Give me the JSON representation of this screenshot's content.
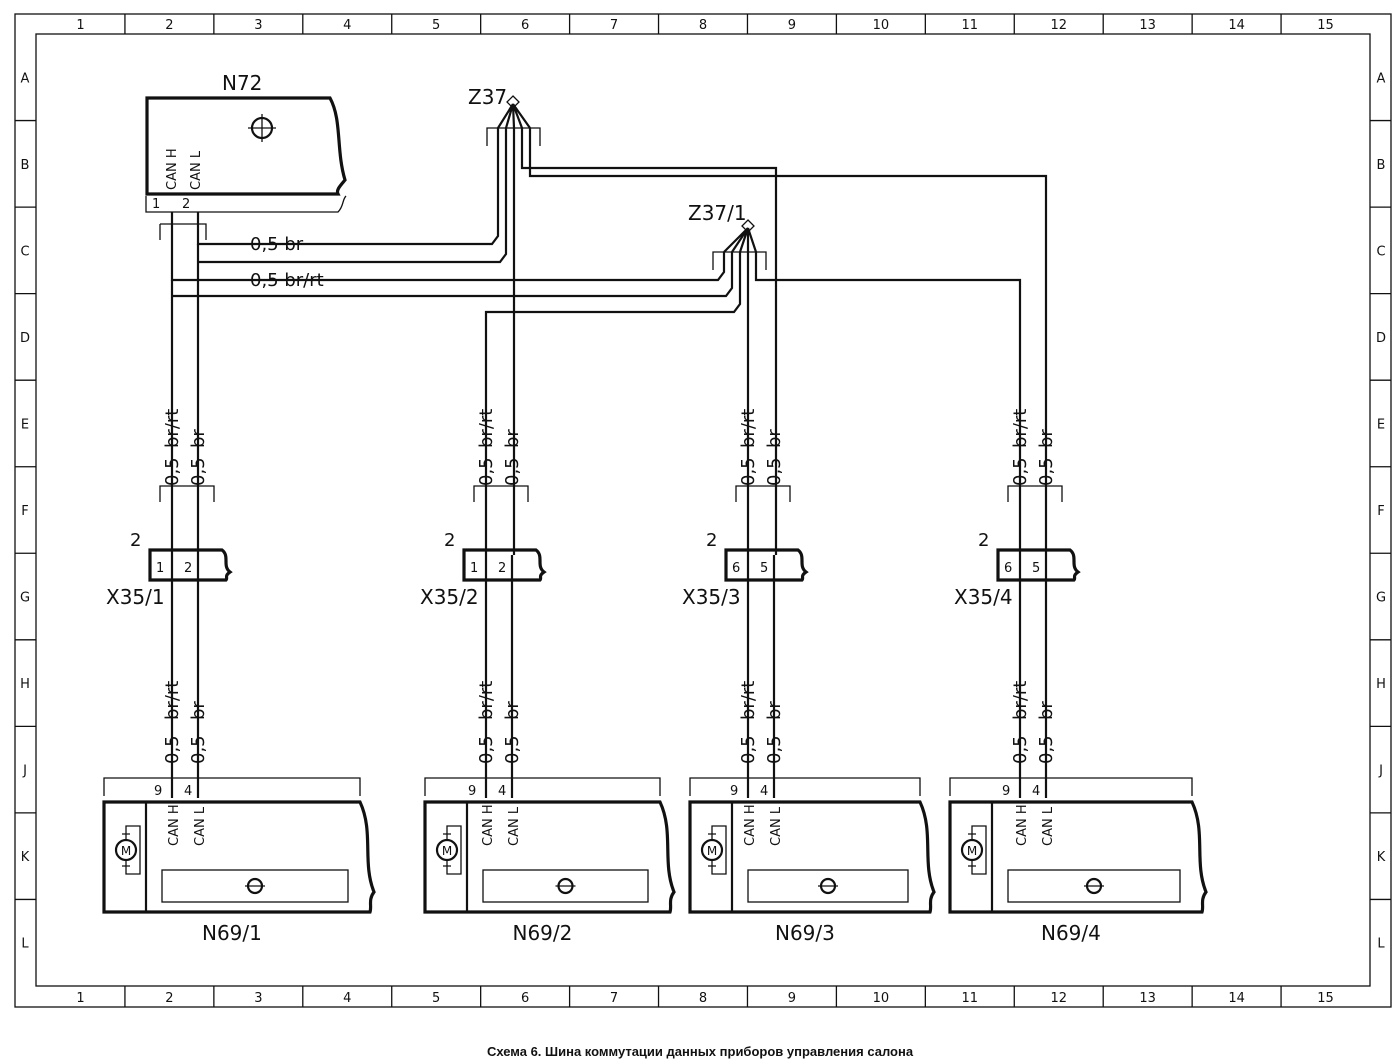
{
  "grid": {
    "columns": [
      "1",
      "2",
      "3",
      "4",
      "5",
      "6",
      "7",
      "8",
      "9",
      "10",
      "11",
      "12",
      "13",
      "14",
      "15"
    ],
    "rows": [
      "A",
      "B",
      "C",
      "D",
      "E",
      "F",
      "G",
      "H",
      "J",
      "K",
      "L"
    ]
  },
  "labels": {
    "n72": "N72",
    "z37": "Z37",
    "z37_1": "Z37/1",
    "can_h": "CAN H",
    "can_l": "CAN L",
    "br": "br",
    "br_rt": "br/rt",
    "size": "0,5",
    "wire_top": "0,5  br",
    "wire_mid": "0,5  br/rt",
    "conn_num": "2"
  },
  "n72_pins": [
    "1",
    "2"
  ],
  "connectors": [
    {
      "name": "X35/1",
      "pins": [
        "1",
        "2"
      ]
    },
    {
      "name": "X35/2",
      "pins": [
        "1",
        "2"
      ]
    },
    {
      "name": "X35/3",
      "pins": [
        "6",
        "5"
      ]
    },
    {
      "name": "X35/4",
      "pins": [
        "6",
        "5"
      ]
    }
  ],
  "modules": [
    {
      "name": "N69/1",
      "pins": [
        "9",
        "4"
      ],
      "motor": "M"
    },
    {
      "name": "N69/2",
      "pins": [
        "9",
        "4"
      ],
      "motor": "M"
    },
    {
      "name": "N69/3",
      "pins": [
        "9",
        "4"
      ],
      "motor": "M"
    },
    {
      "name": "N69/4",
      "pins": [
        "9",
        "4"
      ],
      "motor": "M"
    }
  ],
  "caption": "Схема 6. Шина коммутации данных приборов управления салона"
}
